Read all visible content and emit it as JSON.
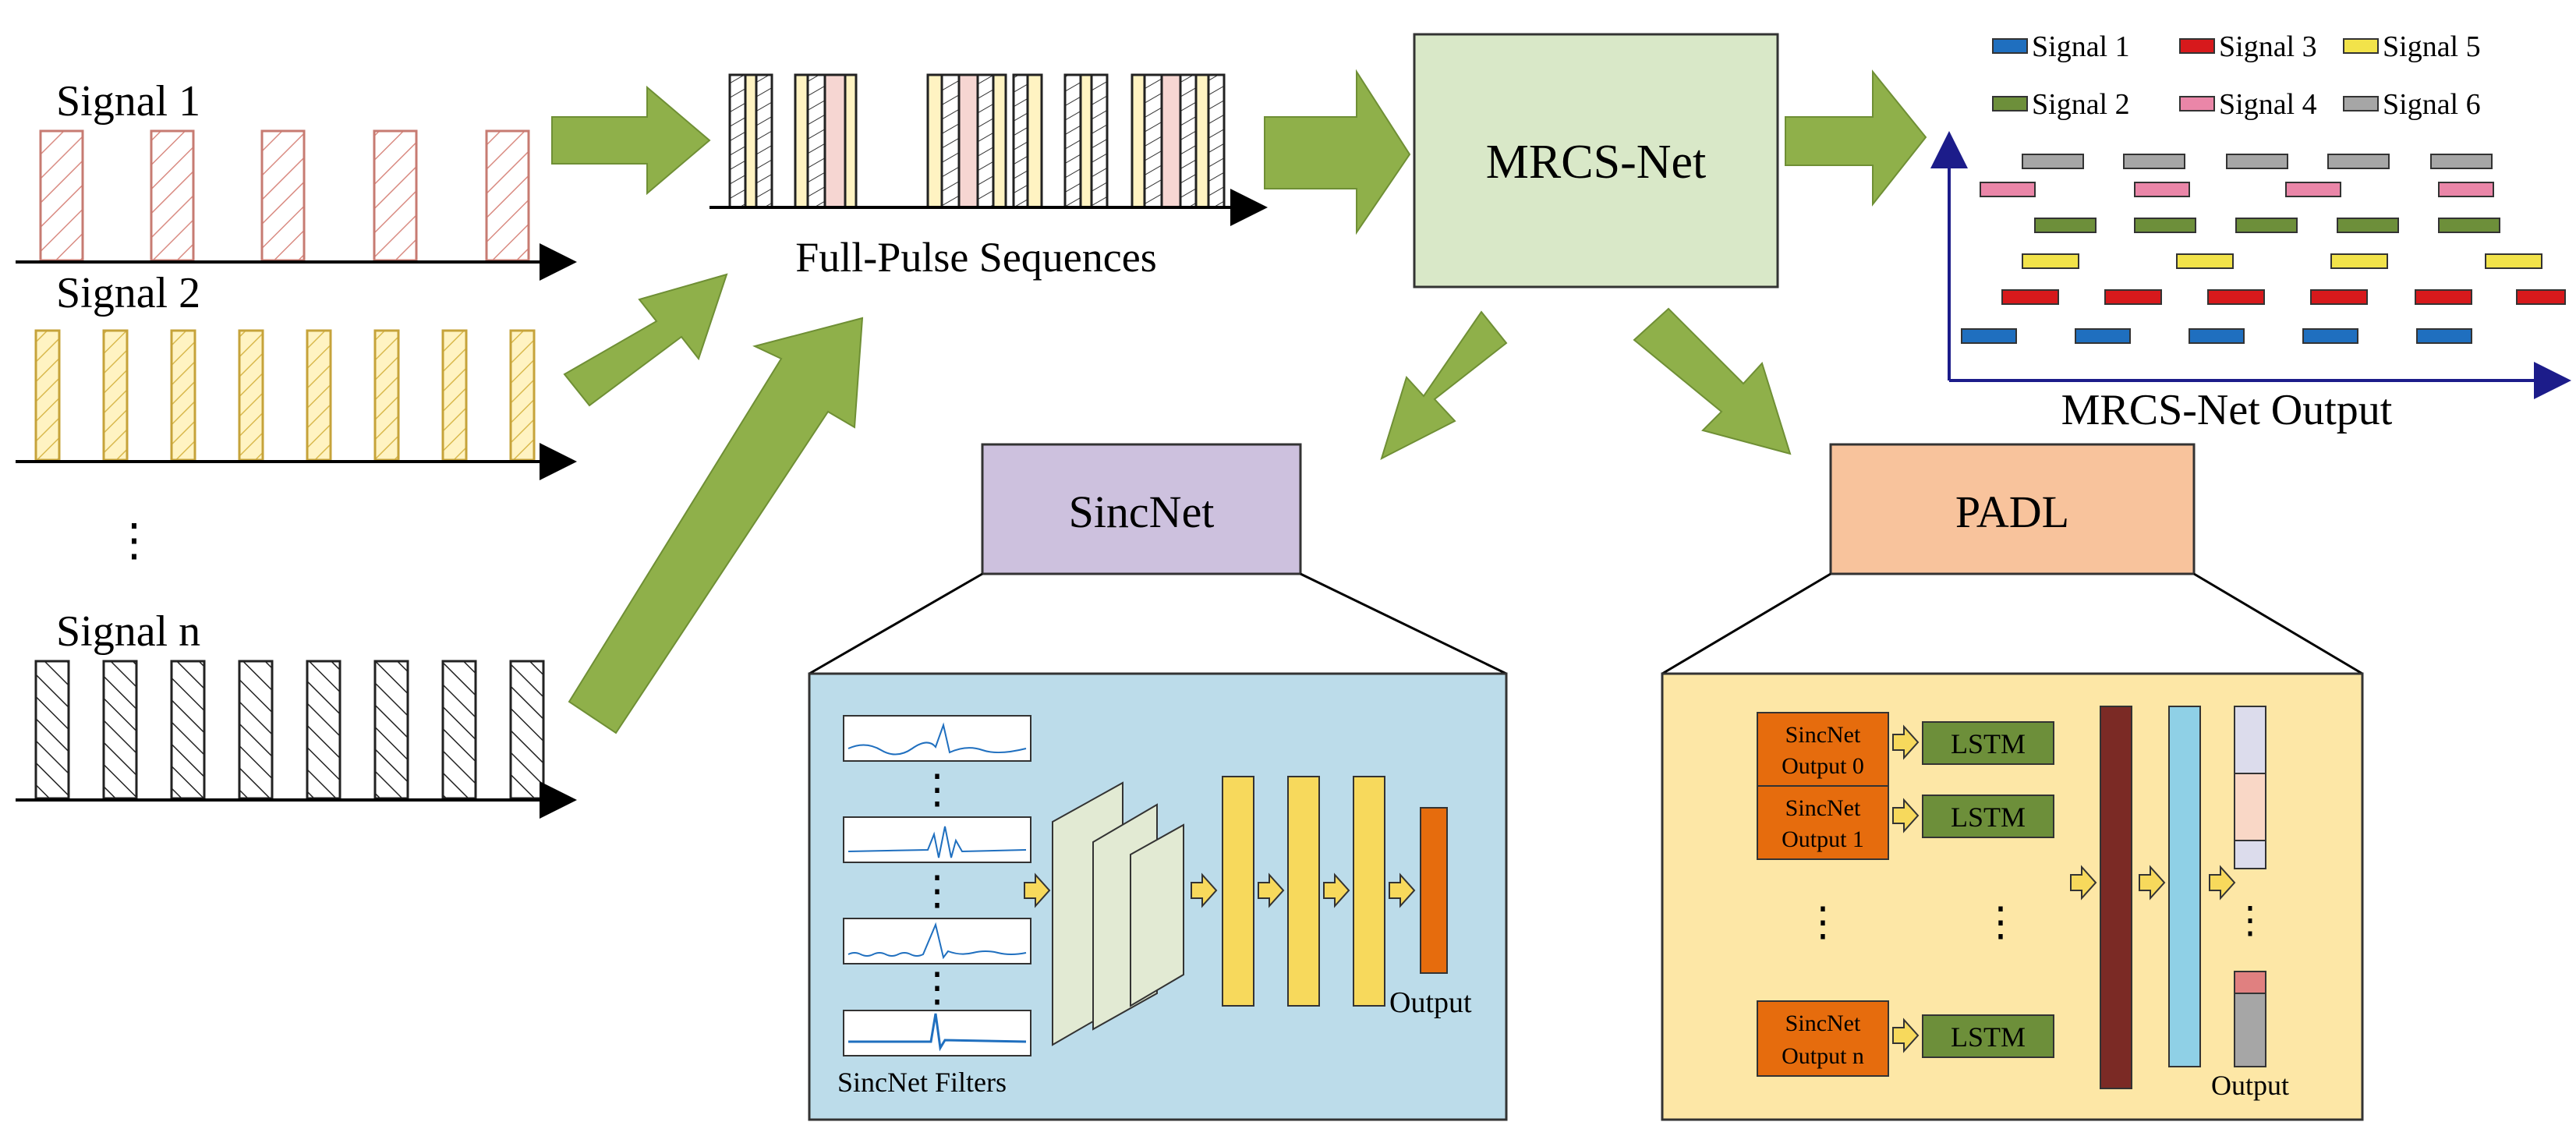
{
  "signals": {
    "signal1": "Signal 1",
    "signal2": "Signal 2",
    "ellipsis": "⋮",
    "signaln": "Signal n"
  },
  "full_pulse": {
    "label": "Full-Pulse Sequences"
  },
  "mrcs": {
    "label": "MRCS-Net",
    "output_label": "MRCS-Net Output"
  },
  "legend": [
    {
      "name": "Signal 1",
      "color": "#1f6fbf"
    },
    {
      "name": "Signal 3",
      "color": "#d7191c"
    },
    {
      "name": "Signal 5",
      "color": "#f2e34a"
    },
    {
      "name": "Signal 2",
      "color": "#6d8f3a"
    },
    {
      "name": "Signal 4",
      "color": "#ea86a8"
    },
    {
      "name": "Signal 6",
      "color": "#a6a6a6"
    }
  ],
  "sincnet": {
    "title": "SincNet",
    "filters_label": "SincNet Filters",
    "output_label": "Output"
  },
  "padl": {
    "title": "PADL",
    "rows": [
      {
        "line1": "SincNet",
        "line2": "Output 0",
        "lstm": "LSTM"
      },
      {
        "line1": "SincNet",
        "line2": "Output 1",
        "lstm": "LSTM"
      },
      {
        "line1": "SincNet",
        "line2": "Output n",
        "lstm": "LSTM"
      }
    ],
    "ellipsis": "⋮",
    "output_label": "Output"
  },
  "colors": {
    "arrow_green": "#8fb04a",
    "mrcs_fill": "#d9e8c8",
    "sincnet_title_fill": "#cdc1de",
    "sincnet_panel_fill": "#bcdcea",
    "padl_title_fill": "#f8c39c",
    "padl_panel_fill": "#fde7a6",
    "yellow_block": "#f7d95c",
    "orange_block": "#e66c0d",
    "lstm_fill": "#6d8f3a",
    "dark_red_bar": "#7b2a25",
    "light_blue_bar": "#8fd0e6"
  }
}
